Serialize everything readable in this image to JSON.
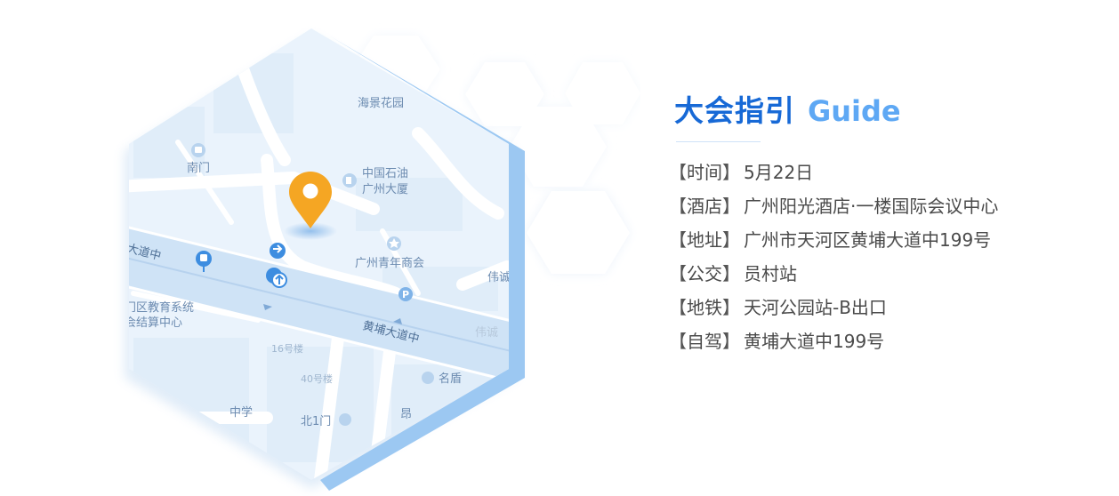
{
  "heading": {
    "title_cn": "大会指引",
    "title_en": "Guide"
  },
  "brackets": {
    "open": "【",
    "close": "】"
  },
  "info_rows": [
    {
      "label": "时间",
      "value": "5月22日"
    },
    {
      "label": "酒店",
      "value": "广州阳光酒店·一楼国际会议中心"
    },
    {
      "label": "地址",
      "value": "广州市天河区黄埔大道中199号"
    },
    {
      "label": "公交",
      "value": "员村站"
    },
    {
      "label": "地铁",
      "value": "天河公园站-B出口"
    },
    {
      "label": "自驾",
      "value": "黄埔大道中199号"
    }
  ],
  "map": {
    "labels": {
      "haijing": "海景花园",
      "nanmen": "南门",
      "petro_1": "中国石油",
      "petro_2": "广州大厦",
      "youth": "广州青年商会",
      "road_main": "黄埔大道中",
      "road_left": "大道中",
      "edu_1": "门区教育系统",
      "edu_2": "会结算中心",
      "bldg16": "16号楼",
      "bldg40": "40号楼",
      "north1": "北1门",
      "mingsheng": "名盾",
      "school": "中学",
      "wei_1": "伟诚",
      "wei_2": "伟诚",
      "cut_right": "昂"
    },
    "colors": {
      "pin": "#f5a623",
      "road": "#cfe3f6",
      "ground": "#eaf3fc",
      "accent_edge": "#9cc8f2"
    }
  }
}
